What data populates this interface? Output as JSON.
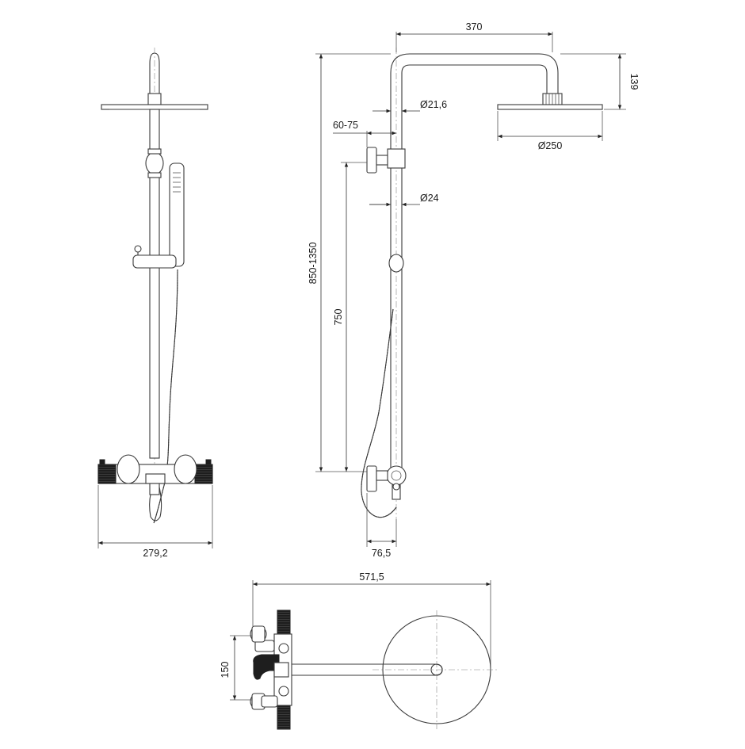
{
  "dimensions": {
    "front_base_width": "279,2",
    "arm_reach": "370",
    "head_height": "139",
    "arm_pipe_diameter": "Ø21,6",
    "wall_distance": "60-75",
    "head_diameter": "Ø250",
    "column_diameter": "Ø24",
    "height_range": "850-1350",
    "column_length": "750",
    "mixer_depth": "76,5",
    "top_total_width": "571,5",
    "inlet_spacing": "150"
  }
}
